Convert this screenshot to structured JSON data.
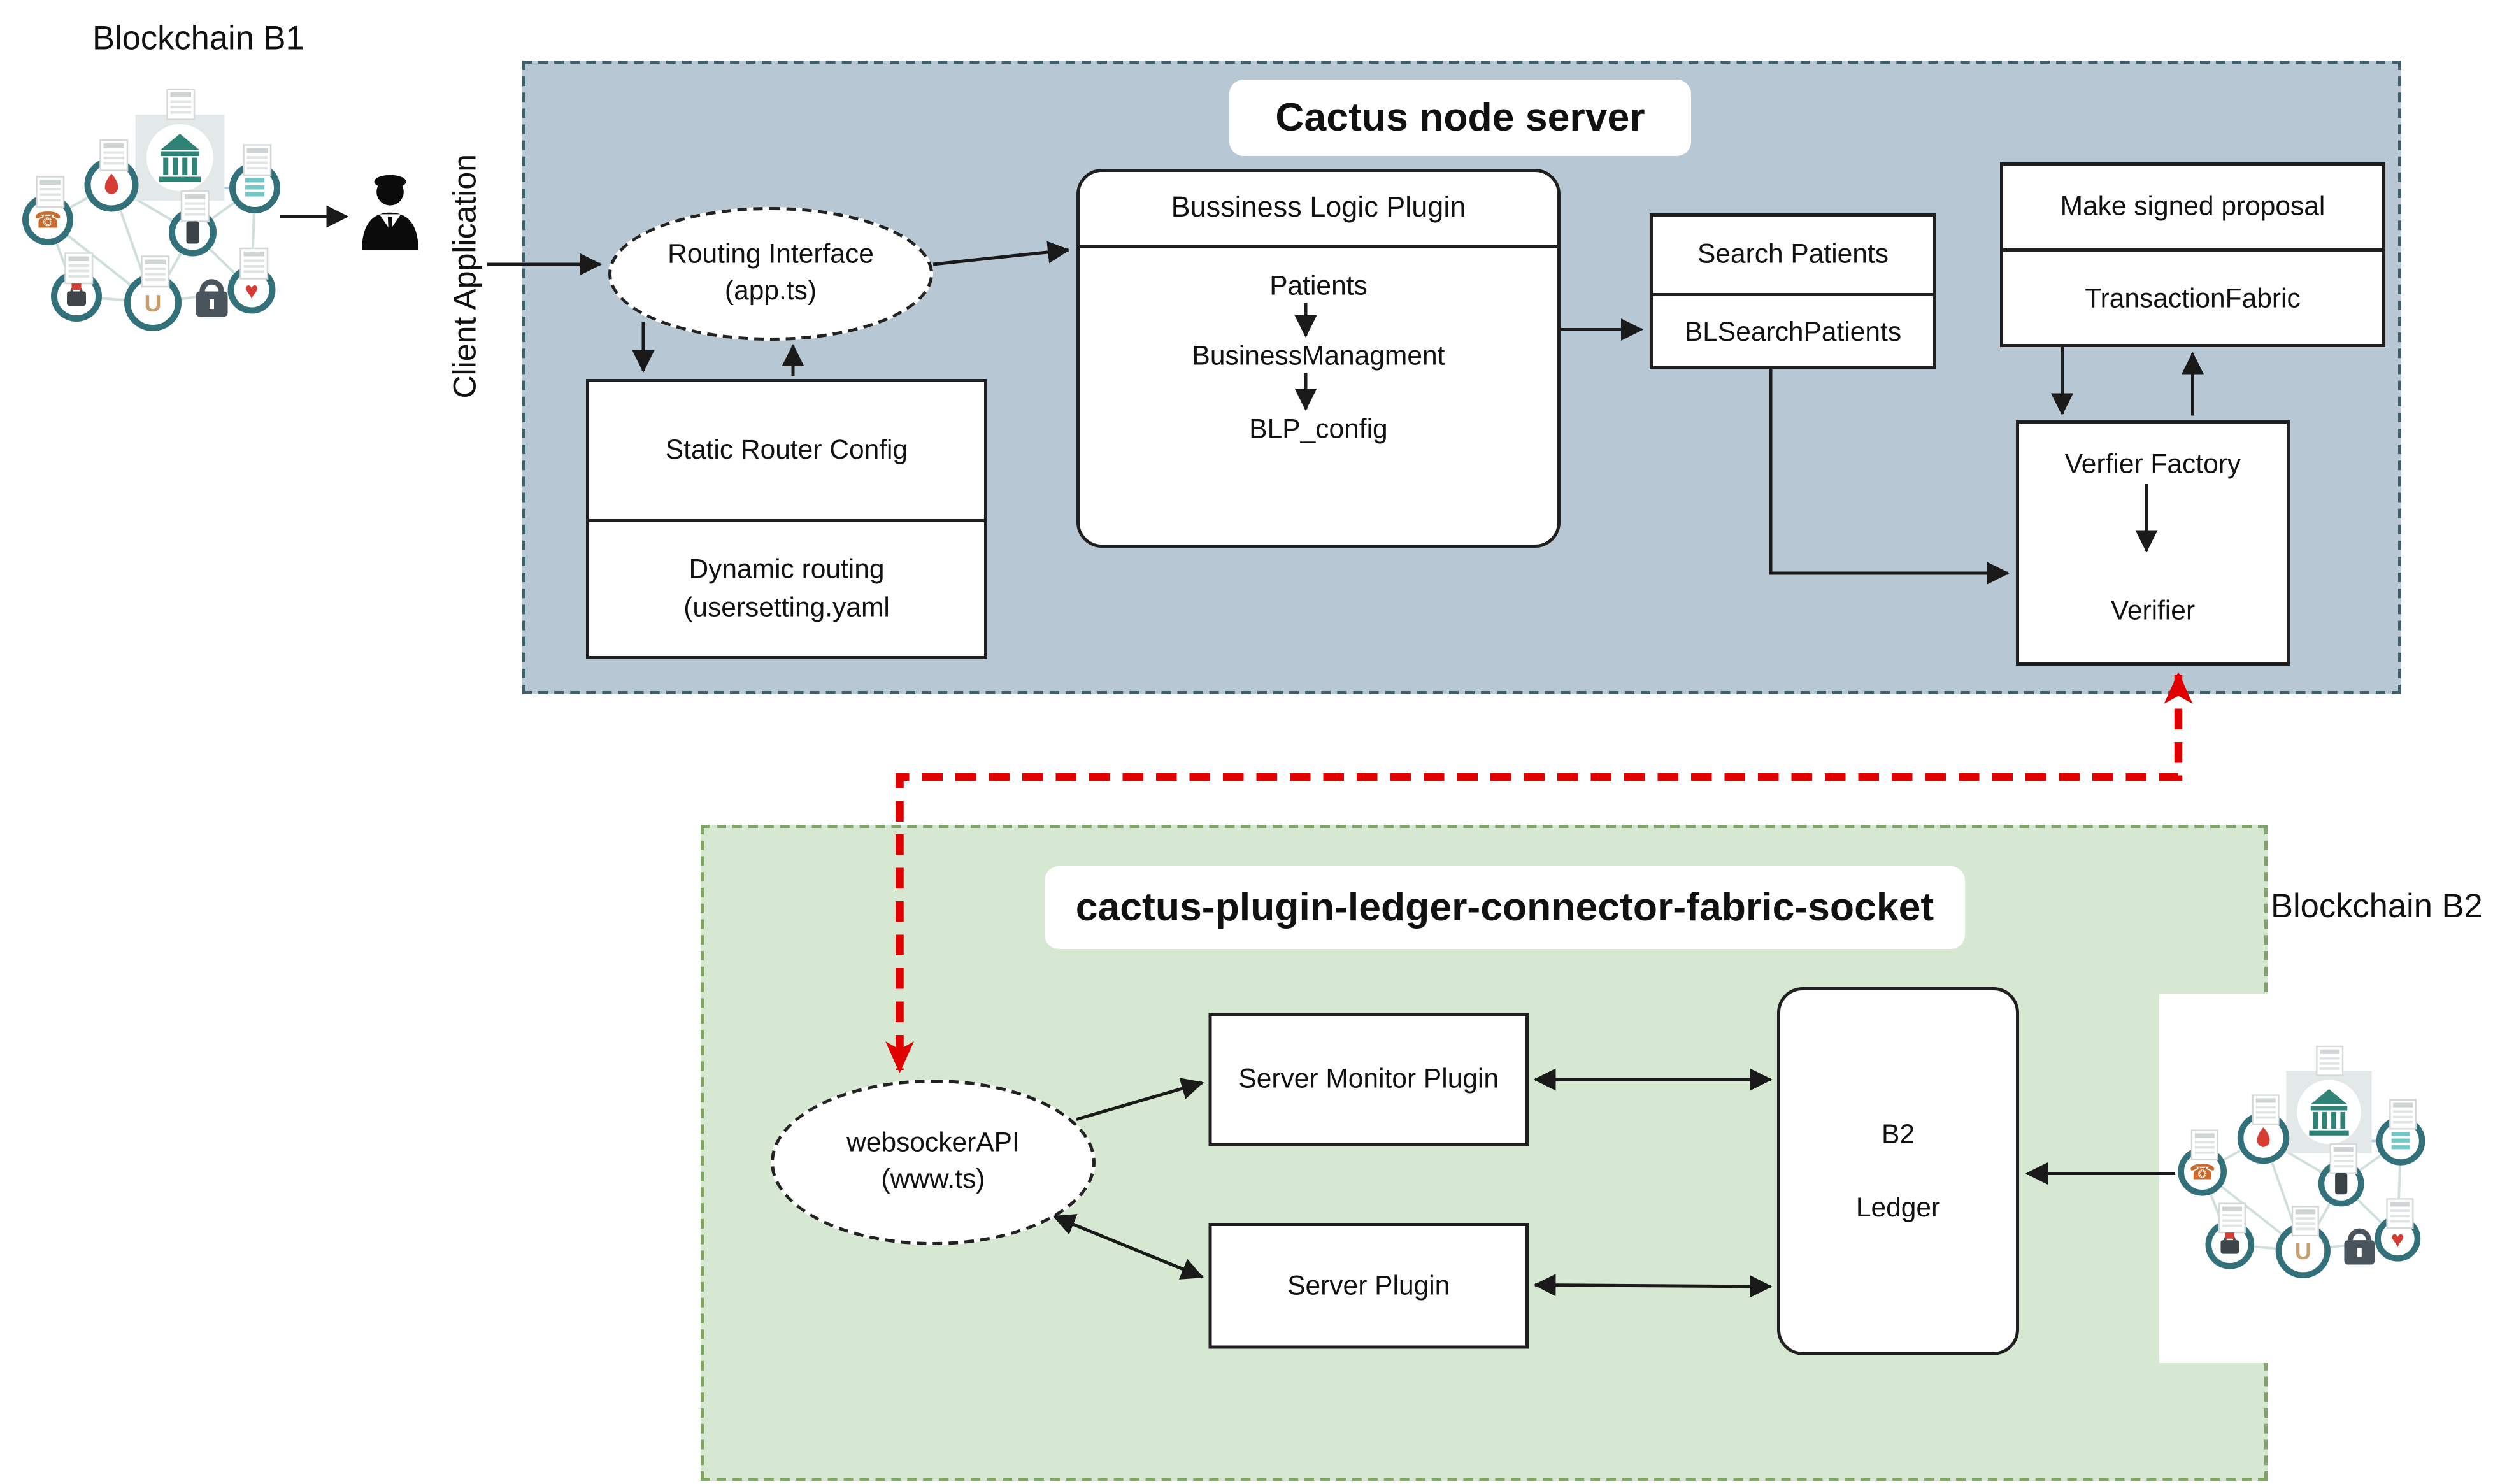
{
  "labels": {
    "blockchain_b1": "Blockchain B1",
    "blockchain_b2": "Blockchain B2",
    "client_application": "Client Application"
  },
  "cactus_node_server": {
    "title": "Cactus node server",
    "routing_interface": {
      "line1": "Routing Interface",
      "line2": "(app.ts)"
    },
    "router_config": {
      "top": "Static Router Config",
      "bottom_line1": "Dynamic routing",
      "bottom_line2": "(usersetting.yaml"
    },
    "business_logic_plugin": {
      "title": "Bussiness Logic Plugin",
      "flow": [
        "Patients",
        "BusinessManagment",
        "BLP_config"
      ]
    },
    "search_patients": {
      "top": "Search Patients",
      "bottom": "BLSearchPatients"
    },
    "signed_proposal": {
      "top": "Make signed proposal",
      "bottom": "TransactionFabric"
    },
    "verifier_factory": {
      "top": "Verfier Factory",
      "bottom": "Verifier"
    }
  },
  "connector_plugin": {
    "title": "cactus-plugin-ledger-connector-fabric-socket",
    "websocket_api": {
      "line1": "websockerAPI",
      "line2": "(www.ts)"
    },
    "server_monitor_plugin": "Server Monitor Plugin",
    "server_plugin": "Server Plugin",
    "b2_ledger": {
      "line1": "B2",
      "line2": "Ledger"
    }
  },
  "icon_glyphs": {
    "phone": "☎",
    "heart": "♥",
    "magnet": "U"
  },
  "colors": {
    "server_panel_bg": "#b7c7d3",
    "server_panel_border": "#3f5f6d",
    "connector_panel_bg": "#d7e8d2",
    "connector_panel_border": "#7fa564",
    "red_connector": "#e00000",
    "line_ink": "#1a1a1a",
    "network_ring": "#33717a",
    "network_accent": "#2e8276"
  }
}
